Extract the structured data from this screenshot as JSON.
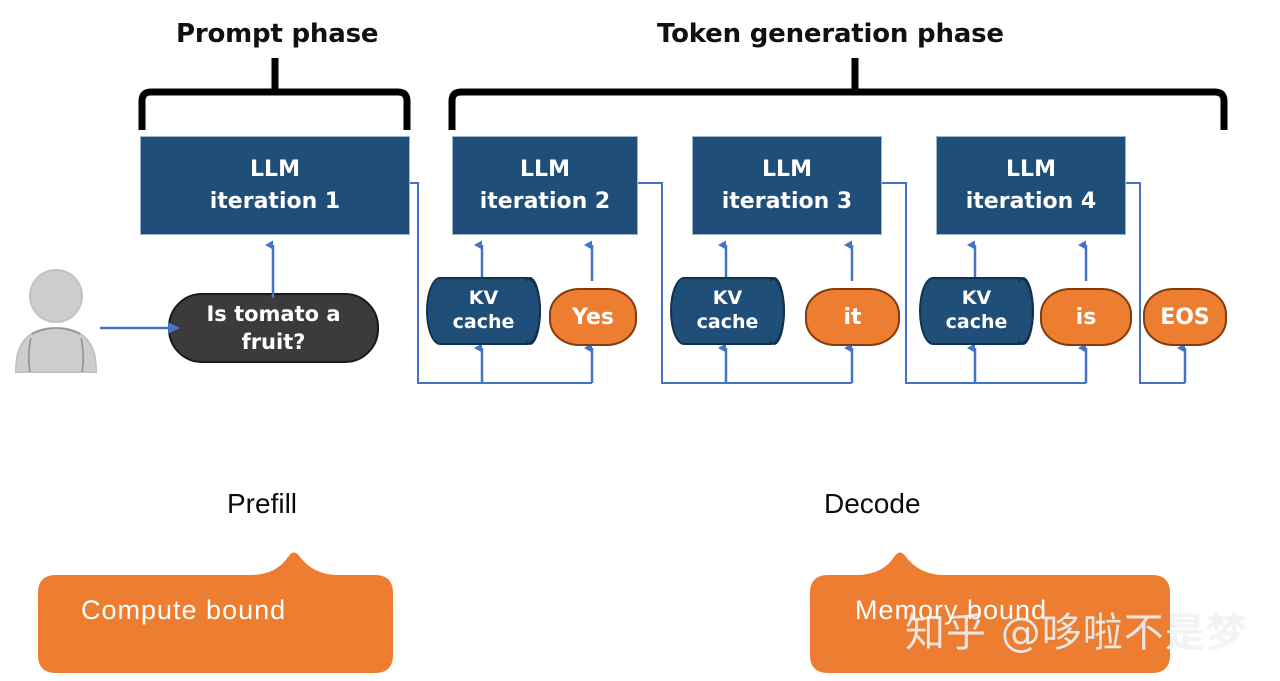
{
  "diagram": {
    "title_top_left": "Prompt phase",
    "title_top_right": "Token generation phase",
    "brackets": [
      {
        "name": "prompt-phase-bracket",
        "label": "Prompt phase"
      },
      {
        "name": "token-generation-phase-bracket",
        "label": "Token generation phase"
      }
    ],
    "user": {
      "icon": "person-icon",
      "alt": "user"
    },
    "prompt": {
      "line1": "Is tomato a",
      "line2": "fruit?"
    },
    "iterations": [
      {
        "line1": "LLM",
        "line2": "iteration 1"
      },
      {
        "line1": "LLM",
        "line2": "iteration 2"
      },
      {
        "line1": "LLM",
        "line2": "iteration 3"
      },
      {
        "line1": "LLM",
        "line2": "iteration 4"
      }
    ],
    "kv_caches": [
      {
        "line1": "KV",
        "line2": "cache"
      },
      {
        "line1": "KV",
        "line2": "cache"
      },
      {
        "line1": "KV",
        "line2": "cache"
      }
    ],
    "tokens": [
      {
        "label": "Yes"
      },
      {
        "label": "it"
      },
      {
        "label": "is"
      },
      {
        "label": "EOS"
      }
    ],
    "stages": [
      {
        "label": "Prefill",
        "banner": "Compute  bound"
      },
      {
        "label": "Decode",
        "banner": "Memory  bound"
      }
    ],
    "watermark": "知乎 @哆啦不是梦",
    "colors": {
      "llm_blue": "#1f4e79",
      "token_orange": "#ed7d31",
      "token_orange_border": "#843c0c",
      "prompt_dark": "#3b3b3b",
      "connector_blue": "#4472c4",
      "bracket_black": "#000000",
      "person_grey": "#c9c9c9",
      "background": "#ffffff"
    }
  }
}
